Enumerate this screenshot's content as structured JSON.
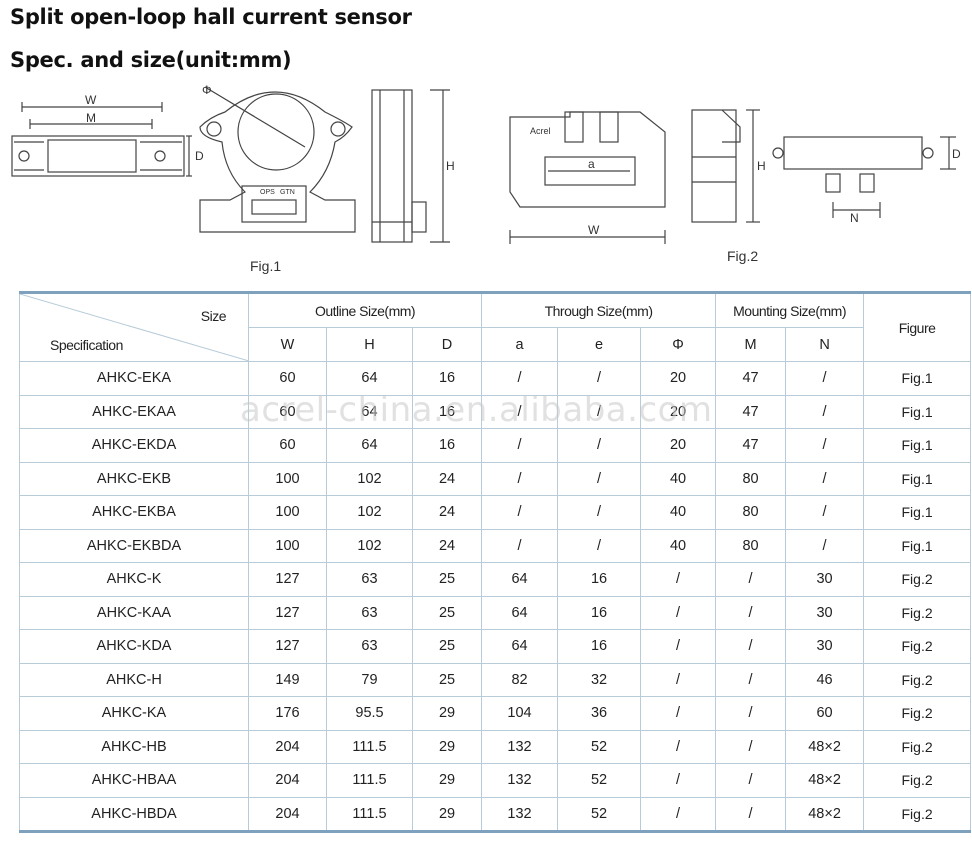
{
  "title": "Split open-loop hall current sensor",
  "subtitle": "Spec. and size(unit:mm)",
  "figures": {
    "fig1_caption": "Fig.1",
    "fig2_caption": "Fig.2",
    "labels": {
      "w": "W",
      "m": "M",
      "d": "D",
      "h": "H",
      "phi": "Φ",
      "a": "a",
      "n": "N",
      "ops": "OPS",
      "gtn": "GTN",
      "brand": "Acrel"
    }
  },
  "table": {
    "corner_size": "Size",
    "corner_spec": "Specification",
    "groups": [
      "Outline Size(mm)",
      "Through Size(mm)",
      "Mounting Size(mm)"
    ],
    "figure_header": "Figure",
    "subheaders": [
      "W",
      "H",
      "D",
      "a",
      "e",
      "Φ",
      "M",
      "N"
    ],
    "rows": [
      [
        "AHKC-EKA",
        "60",
        "64",
        "16",
        "/",
        "/",
        "20",
        "47",
        "/",
        "Fig.1"
      ],
      [
        "AHKC-EKAA",
        "60",
        "64",
        "16",
        "/",
        "/",
        "20",
        "47",
        "/",
        "Fig.1"
      ],
      [
        "AHKC-EKDA",
        "60",
        "64",
        "16",
        "/",
        "/",
        "20",
        "47",
        "/",
        "Fig.1"
      ],
      [
        "AHKC-EKB",
        "100",
        "102",
        "24",
        "/",
        "/",
        "40",
        "80",
        "/",
        "Fig.1"
      ],
      [
        "AHKC-EKBA",
        "100",
        "102",
        "24",
        "/",
        "/",
        "40",
        "80",
        "/",
        "Fig.1"
      ],
      [
        "AHKC-EKBDA",
        "100",
        "102",
        "24",
        "/",
        "/",
        "40",
        "80",
        "/",
        "Fig.1"
      ],
      [
        "AHKC-K",
        "127",
        "63",
        "25",
        "64",
        "16",
        "/",
        "/",
        "30",
        "Fig.2"
      ],
      [
        "AHKC-KAA",
        "127",
        "63",
        "25",
        "64",
        "16",
        "/",
        "/",
        "30",
        "Fig.2"
      ],
      [
        "AHKC-KDA",
        "127",
        "63",
        "25",
        "64",
        "16",
        "/",
        "/",
        "30",
        "Fig.2"
      ],
      [
        "AHKC-H",
        "149",
        "79",
        "25",
        "82",
        "32",
        "/",
        "/",
        "46",
        "Fig.2"
      ],
      [
        "AHKC-KA",
        "176",
        "95.5",
        "29",
        "104",
        "36",
        "/",
        "/",
        "60",
        "Fig.2"
      ],
      [
        "AHKC-HB",
        "204",
        "111.5",
        "29",
        "132",
        "52",
        "/",
        "/",
        "48×2",
        "Fig.2"
      ],
      [
        "AHKC-HBAA",
        "204",
        "111.5",
        "29",
        "132",
        "52",
        "/",
        "/",
        "48×2",
        "Fig.2"
      ],
      [
        "AHKC-HBDA",
        "204",
        "111.5",
        "29",
        "132",
        "52",
        "/",
        "/",
        "48×2",
        "Fig.2"
      ]
    ]
  },
  "watermark": "acrel-china.en.alibaba.com"
}
